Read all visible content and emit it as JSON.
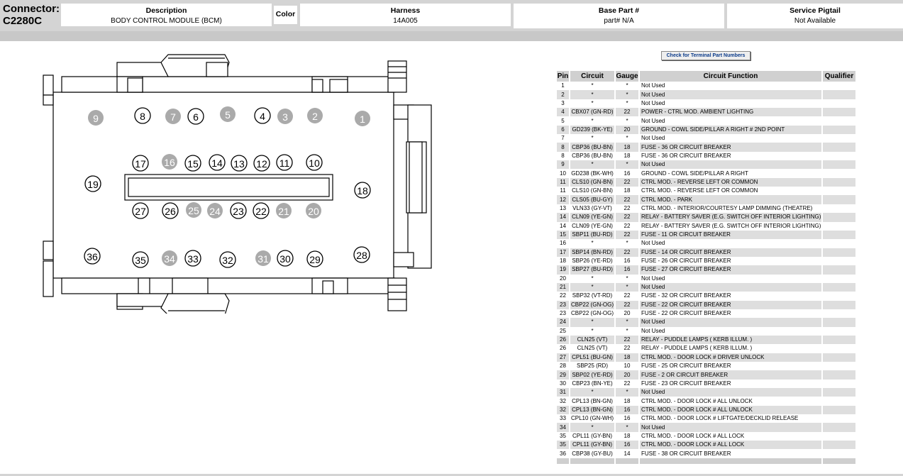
{
  "header": {
    "connector_label": "Connector:",
    "connector_value": "C2280C",
    "description_title": "Description",
    "description_value": "BODY CONTROL MODULE (BCM)",
    "color_title": "Color",
    "harness_title": "Harness",
    "harness_value": "14A005",
    "base_part_title": "Base Part #",
    "base_part_value": "part# N/A",
    "pigtail_title": "Service Pigtail",
    "pigtail_value": "Not Available"
  },
  "check_button_label": "Check for Terminal Part Numbers",
  "colors": {
    "used_pin_fill": "#ffffff",
    "unused_pin_fill": "#aaaaaa",
    "row_alt": "#dedede",
    "header_bg": "#d0d0d0"
  },
  "pins": [
    {
      "n": "9",
      "used": false
    },
    {
      "n": "8",
      "used": true
    },
    {
      "n": "7",
      "used": false
    },
    {
      "n": "6",
      "used": true
    },
    {
      "n": "5",
      "used": false
    },
    {
      "n": "4",
      "used": true
    },
    {
      "n": "3",
      "used": false
    },
    {
      "n": "2",
      "used": false
    },
    {
      "n": "1",
      "used": false
    },
    {
      "n": "17",
      "used": true
    },
    {
      "n": "16",
      "used": false
    },
    {
      "n": "15",
      "used": true
    },
    {
      "n": "14",
      "used": true
    },
    {
      "n": "13",
      "used": true
    },
    {
      "n": "12",
      "used": true
    },
    {
      "n": "11",
      "used": true
    },
    {
      "n": "10",
      "used": true
    },
    {
      "n": "19",
      "used": true
    },
    {
      "n": "18",
      "used": true
    },
    {
      "n": "27",
      "used": true
    },
    {
      "n": "26",
      "used": true
    },
    {
      "n": "25",
      "used": false
    },
    {
      "n": "24",
      "used": false
    },
    {
      "n": "23",
      "used": true
    },
    {
      "n": "22",
      "used": true
    },
    {
      "n": "21",
      "used": false
    },
    {
      "n": "20",
      "used": false
    },
    {
      "n": "36",
      "used": true
    },
    {
      "n": "35",
      "used": true
    },
    {
      "n": "34",
      "used": false
    },
    {
      "n": "33",
      "used": true
    },
    {
      "n": "32",
      "used": true
    },
    {
      "n": "31",
      "used": false
    },
    {
      "n": "30",
      "used": true
    },
    {
      "n": "29",
      "used": true
    },
    {
      "n": "28",
      "used": true
    }
  ],
  "table": {
    "headers": [
      "Pin",
      "Circuit",
      "Gauge",
      "Circuit Function",
      "Qualifier"
    ],
    "rows": [
      [
        "1",
        "*",
        "*",
        "Not Used",
        ""
      ],
      [
        "2",
        "*",
        "*",
        "Not Used",
        ""
      ],
      [
        "3",
        "*",
        "*",
        "Not Used",
        ""
      ],
      [
        "4",
        "CBX07 (GN-RD)",
        "22",
        "POWER - CTRL MOD. AMBIENT LIGHTING",
        ""
      ],
      [
        "5",
        "*",
        "*",
        "Not Used",
        ""
      ],
      [
        "6",
        "GD239 (BK-YE)",
        "20",
        "GROUND - COWL SIDE/PILLAR A RIGHT # 2ND POINT",
        ""
      ],
      [
        "7",
        "*",
        "*",
        "Not Used",
        ""
      ],
      [
        "8",
        "CBP36 (BU-BN)",
        "18",
        "FUSE - 36 OR CIRCUIT BREAKER",
        ""
      ],
      [
        "8",
        "CBP36 (BU-BN)",
        "18",
        "FUSE - 36 OR CIRCUIT BREAKER",
        ""
      ],
      [
        "9",
        "*",
        "*",
        "Not Used",
        ""
      ],
      [
        "10",
        "GD238 (BK-WH)",
        "16",
        "GROUND - COWL SIDE/PILLAR A RIGHT",
        ""
      ],
      [
        "11",
        "CLS10 (GN-BN)",
        "22",
        "CTRL MOD. - REVERSE LEFT OR COMMON",
        ""
      ],
      [
        "11",
        "CLS10 (GN-BN)",
        "18",
        "CTRL MOD. - REVERSE LEFT OR COMMON",
        ""
      ],
      [
        "12",
        "CLS05 (BU-GY)",
        "22",
        "CTRL MOD. - PARK",
        ""
      ],
      [
        "13",
        "VLN33 (GY-VT)",
        "22",
        "CTRL MOD. - INTERIOR/COURTESY LAMP DIMMING (THEATRE)",
        ""
      ],
      [
        "14",
        "CLN09 (YE-GN)",
        "22",
        "RELAY - BATTERY SAVER (E.G. SWITCH OFF INTERIOR LIGHTING)",
        ""
      ],
      [
        "14",
        "CLN09 (YE-GN)",
        "22",
        "RELAY - BATTERY SAVER (E.G. SWITCH OFF INTERIOR LIGHTING)",
        ""
      ],
      [
        "15",
        "SBP11 (BU-RD)",
        "22",
        "FUSE - 11 OR CIRCUIT BREAKER",
        ""
      ],
      [
        "16",
        "*",
        "*",
        "Not Used",
        ""
      ],
      [
        "17",
        "SBP14 (BN-RD)",
        "22",
        "FUSE - 14 OR CIRCUIT BREAKER",
        ""
      ],
      [
        "18",
        "SBP26 (YE-RD)",
        "16",
        "FUSE - 26 OR CIRCUIT BREAKER",
        ""
      ],
      [
        "19",
        "SBP27 (BU-RD)",
        "16",
        "FUSE - 27 OR CIRCUIT BREAKER",
        ""
      ],
      [
        "20",
        "*",
        "*",
        "Not Used",
        ""
      ],
      [
        "21",
        "*",
        "*",
        "Not Used",
        ""
      ],
      [
        "22",
        "SBP32 (VT-RD)",
        "22",
        "FUSE - 32 OR CIRCUIT BREAKER",
        ""
      ],
      [
        "23",
        "CBP22 (GN-OG)",
        "22",
        "FUSE - 22 OR CIRCUIT BREAKER",
        ""
      ],
      [
        "23",
        "CBP22 (GN-OG)",
        "20",
        "FUSE - 22 OR CIRCUIT BREAKER",
        ""
      ],
      [
        "24",
        "*",
        "*",
        "Not Used",
        ""
      ],
      [
        "25",
        "*",
        "*",
        "Not Used",
        ""
      ],
      [
        "26",
        "CLN25 (VT)",
        "22",
        "RELAY - PUDDLE LAMPS ( KERB ILLUM. )",
        ""
      ],
      [
        "26",
        "CLN25 (VT)",
        "22",
        "RELAY - PUDDLE LAMPS ( KERB ILLUM. )",
        ""
      ],
      [
        "27",
        "CPL51 (BU-GN)",
        "18",
        "CTRL MOD. - DOOR LOCK # DRIVER UNLOCK",
        ""
      ],
      [
        "28",
        "SBP25 (RD)",
        "10",
        "FUSE - 25 OR CIRCUIT BREAKER",
        ""
      ],
      [
        "29",
        "SBP02 (YE-RD)",
        "20",
        "FUSE - 2 OR CIRCUIT BREAKER",
        ""
      ],
      [
        "30",
        "CBP23 (BN-YE)",
        "22",
        "FUSE - 23 OR CIRCUIT BREAKER",
        ""
      ],
      [
        "31",
        "*",
        "*",
        "Not Used",
        ""
      ],
      [
        "32",
        "CPL13 (BN-GN)",
        "18",
        "CTRL MOD. - DOOR LOCK # ALL UNLOCK",
        ""
      ],
      [
        "32",
        "CPL13 (BN-GN)",
        "16",
        "CTRL MOD. - DOOR LOCK # ALL UNLOCK",
        ""
      ],
      [
        "33",
        "CPL10 (GN-WH)",
        "16",
        "CTRL MOD. - DOOR LOCK # LIFTGATE/DECKLID RELEASE",
        ""
      ],
      [
        "34",
        "*",
        "*",
        "Not Used",
        ""
      ],
      [
        "35",
        "CPL11 (GY-BN)",
        "18",
        "CTRL MOD. - DOOR LOCK # ALL LOCK",
        ""
      ],
      [
        "35",
        "CPL11 (GY-BN)",
        "16",
        "CTRL MOD. - DOOR LOCK # ALL LOCK",
        ""
      ],
      [
        "36",
        "CBP38 (GY-BU)",
        "14",
        "FUSE - 38 OR CIRCUIT BREAKER",
        ""
      ]
    ]
  }
}
